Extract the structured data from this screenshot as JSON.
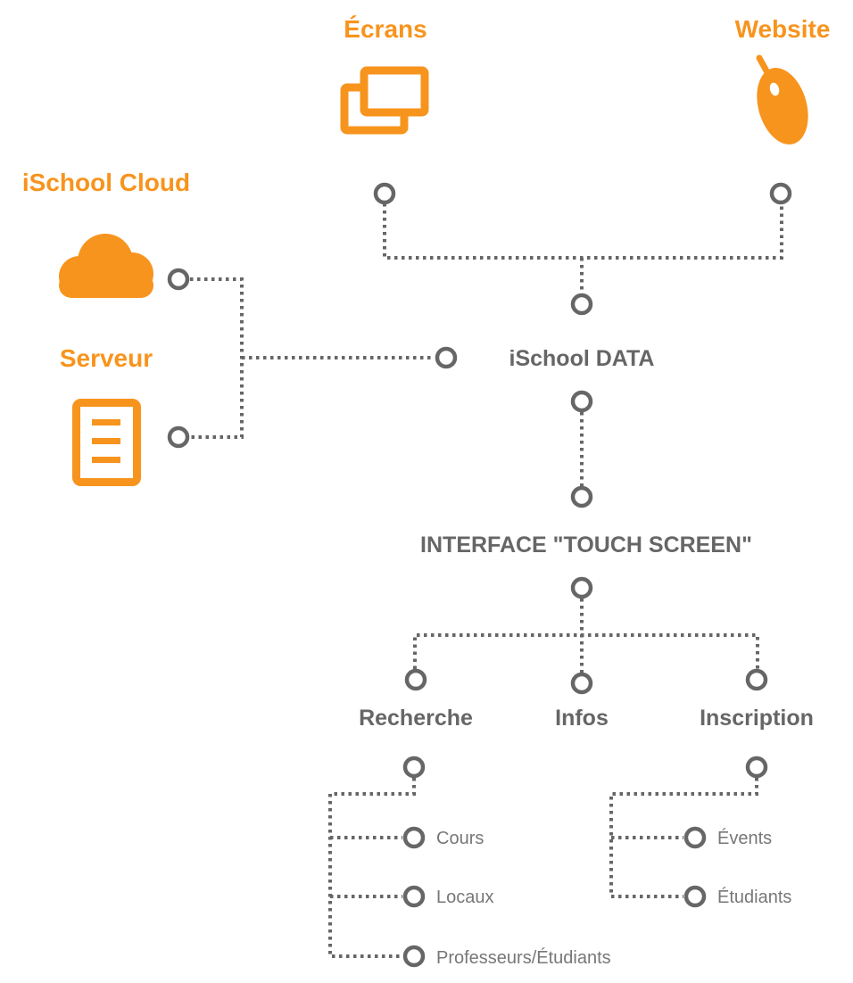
{
  "sources": {
    "ecrans": {
      "label": "Écrans",
      "icon": "screens-icon"
    },
    "website": {
      "label": "Website",
      "icon": "mouse-icon"
    },
    "cloud": {
      "label": "iSchool Cloud",
      "icon": "cloud-icon"
    },
    "serveur": {
      "label": "Serveur",
      "icon": "server-icon"
    }
  },
  "hub": {
    "label": "iSchool DATA"
  },
  "interface": {
    "label": "INTERFACE \"TOUCH SCREEN\""
  },
  "modules": [
    {
      "label": "Recherche"
    },
    {
      "label": "Infos"
    },
    {
      "label": "Inscription"
    }
  ],
  "recherche_items": [
    "Cours",
    "Locaux",
    "Professeurs/Étudiants"
  ],
  "inscription_items": [
    "Évents",
    "Étudiants"
  ],
  "colors": {
    "accent": "#F7941D",
    "line": "#666666",
    "text": "#666666"
  }
}
